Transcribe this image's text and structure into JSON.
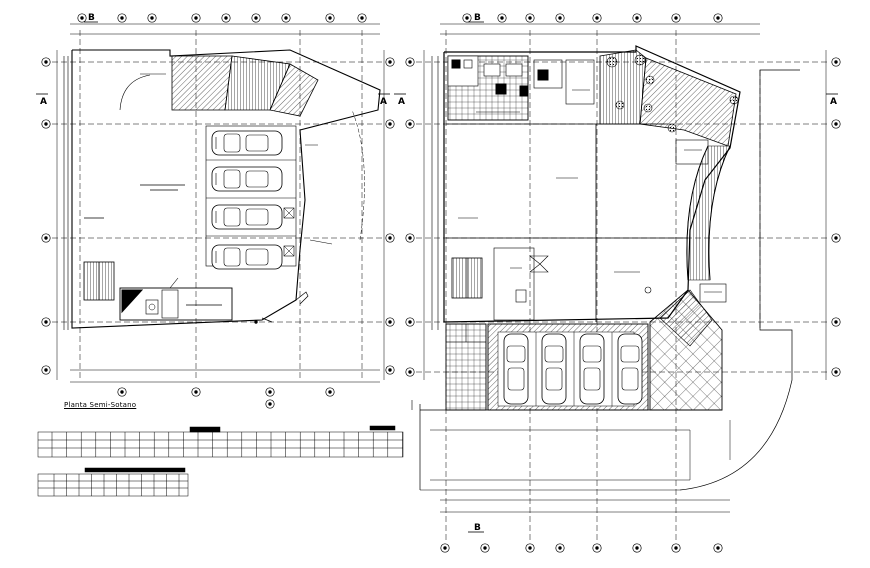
{
  "drawing": {
    "left_plan": {
      "caption": "Planta Semi-Sotano"
    },
    "right_plan": {
      "caption": ""
    },
    "section_marks": {
      "a": "A",
      "b": "B"
    }
  },
  "colors": {
    "line": "#000000",
    "background": "#ffffff",
    "hatch": "#000000"
  },
  "icons": [
    "car-icon",
    "stair-icon",
    "tree-icon",
    "grid-bubble-icon"
  ]
}
